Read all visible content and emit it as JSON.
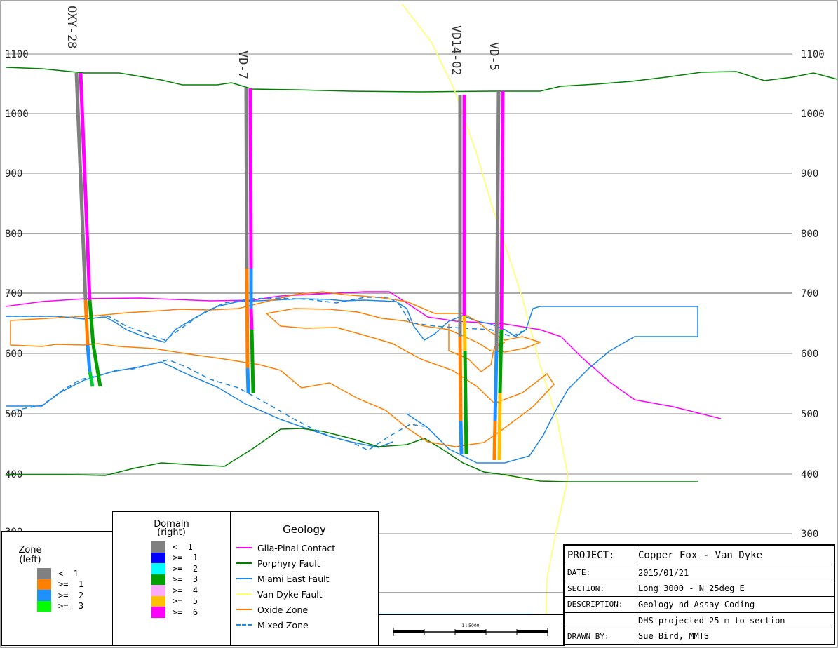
{
  "elevation_labels": {
    "left": [
      "1100",
      "1000",
      "900",
      "800",
      "700",
      "600",
      "500",
      "400"
    ],
    "right": [
      "1100",
      "1000",
      "900",
      "800",
      "700",
      "600",
      "500",
      "400",
      "300"
    ],
    "partial_left": "300"
  },
  "drillholes": [
    {
      "name": "OXY-28"
    },
    {
      "name": "VD-7"
    },
    {
      "name": "VD14-02"
    },
    {
      "name": "VD-5"
    }
  ],
  "legend_zone": {
    "title": "Zone\n(left)",
    "items": [
      {
        "label": "<  1",
        "color": "#808080"
      },
      {
        "label": ">=  1",
        "color": "#ff8000"
      },
      {
        "label": ">=  2",
        "color": "#1e90ff"
      },
      {
        "label": ">=  3",
        "color": "#00ff00"
      }
    ]
  },
  "legend_domain": {
    "title": "Domain\n(right)",
    "items": [
      {
        "label": "<  1",
        "color": "#808080"
      },
      {
        "label": ">=  1",
        "color": "#0000ff"
      },
      {
        "label": ">=  2",
        "color": "#00ffff"
      },
      {
        "label": ">=  3",
        "color": "#00a000"
      },
      {
        "label": ">=  4",
        "color": "#ffaaff"
      },
      {
        "label": ">=  5",
        "color": "#ffc000"
      },
      {
        "label": ">=  6",
        "color": "#ff00ff"
      }
    ]
  },
  "legend_geology": {
    "title": "Geology",
    "items": [
      {
        "label": "Gila-Pinal Contact",
        "color": "#ff00ff",
        "style": "solid"
      },
      {
        "label": "Porphyry Fault",
        "color": "#008000",
        "style": "solid"
      },
      {
        "label": "Miami East Fault",
        "color": "#1e88e5",
        "style": "solid"
      },
      {
        "label": "Van Dyke Fault",
        "color": "#ffff66",
        "style": "solid"
      },
      {
        "label": "Oxide Zone",
        "color": "#ff8000",
        "style": "solid"
      },
      {
        "label": "Mixed Zone",
        "color": "#1e88e5",
        "style": "dashed"
      }
    ]
  },
  "scale_bar": {
    "label": "1 : 5000"
  },
  "title_block": {
    "project_key": "PROJECT:",
    "project": "Copper Fox - Van Dyke",
    "date_key": "DATE:",
    "date": "2015/01/21",
    "section_key": "SECTION:",
    "section": "Long_3000 - N 25deg E",
    "description_key": "DESCRIPTION:",
    "description": "Geology nd Assay Coding",
    "description_2": "DHS projected 25 m to section",
    "drawn_key": "DRAWN BY:",
    "drawn": "Sue Bird, MMTS"
  }
}
